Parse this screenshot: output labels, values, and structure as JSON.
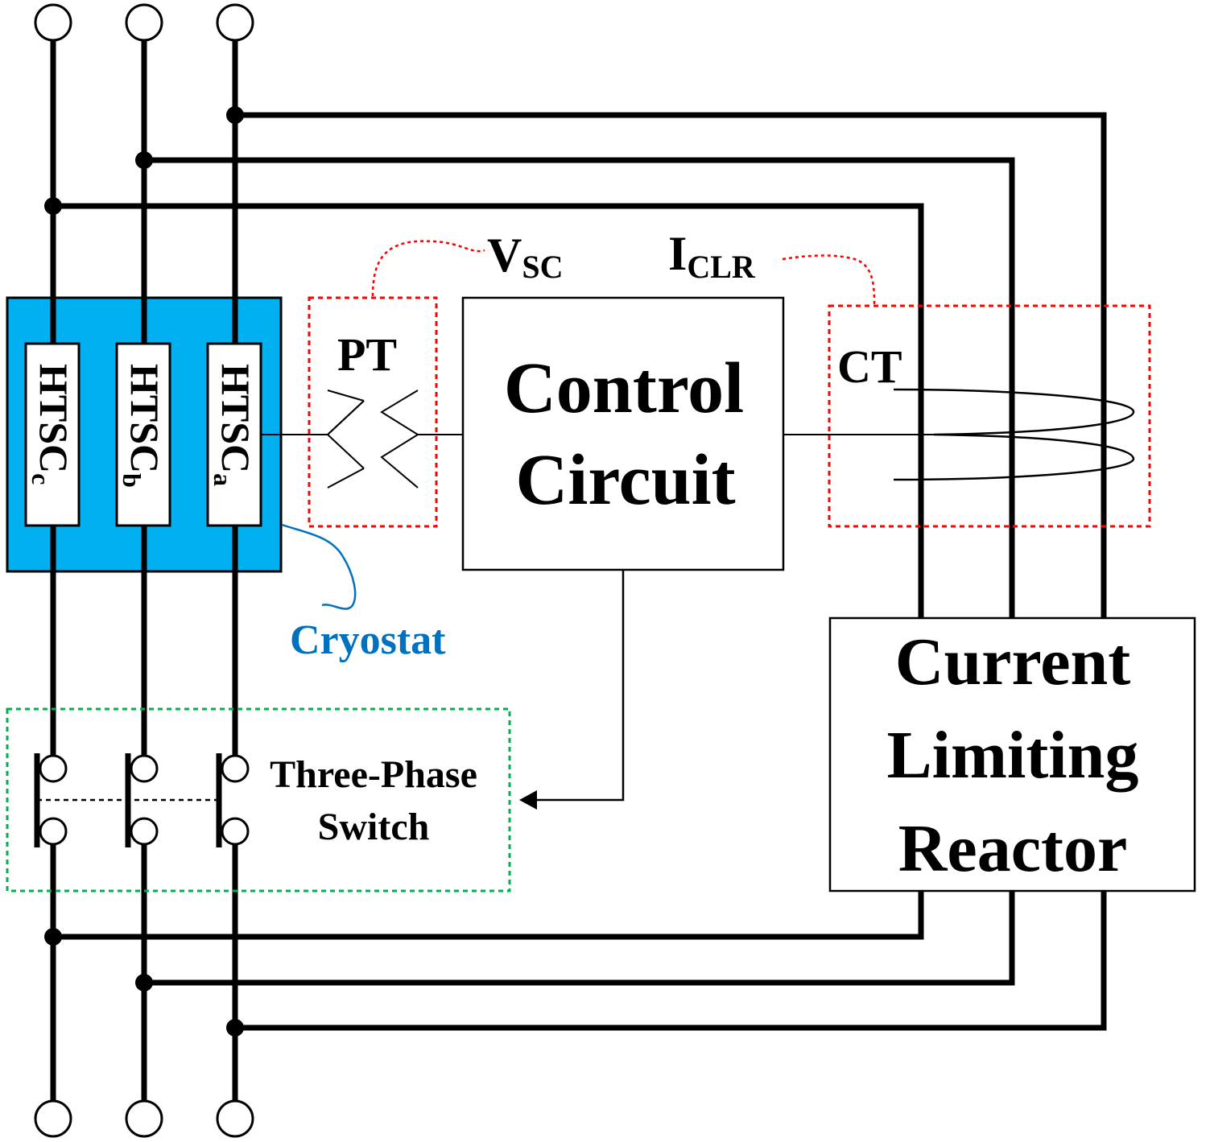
{
  "labels": {
    "htsc_c": "HTSC",
    "htsc_c_sub": "c",
    "htsc_b": "HTSC",
    "htsc_b_sub": "b",
    "htsc_a": "HTSC",
    "htsc_a_sub": "a",
    "pt": "PT",
    "vsc": "V",
    "vsc_sub": "SC",
    "iclr": "I",
    "iclr_sub": "CLR",
    "ct": "CT",
    "control_line1": "Control",
    "control_line2": "Circuit",
    "cryostat": "Cryostat",
    "switch_line1": "Three-Phase",
    "switch_line2": "Switch",
    "reactor_line1": "Current",
    "reactor_line2": "Limiting",
    "reactor_line3": "Reactor"
  },
  "colors": {
    "cryostat_fill": "#00b0f0",
    "cryostat_label": "#0070c0",
    "measure_box": "#ff0000",
    "switch_box": "#00b050",
    "wire": "#000000"
  }
}
